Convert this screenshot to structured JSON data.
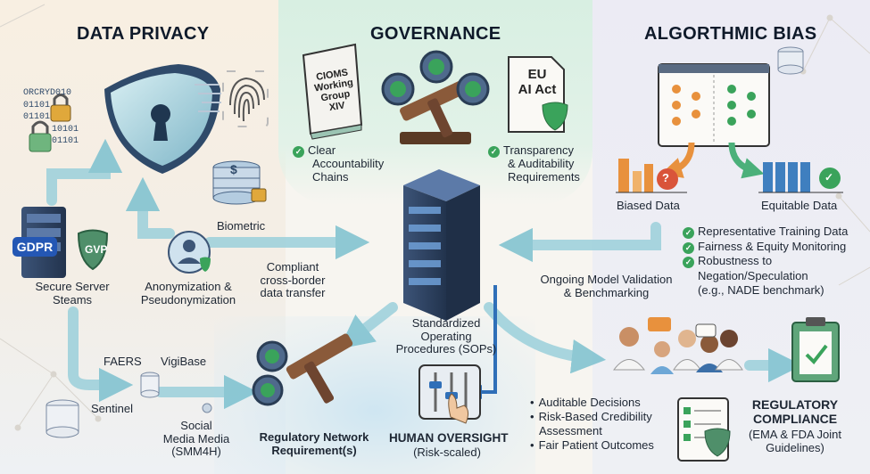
{
  "sections": {
    "privacy": "DATA PRIVACY",
    "governance": "GOVERNANCE",
    "bias": "ALGORTHMIC BIAS"
  },
  "privacy": {
    "binary_lines": [
      "ORCRYD010",
      "01101",
      "01101",
      "10101",
      "01101"
    ],
    "biometric": "Biometric",
    "gdpr": "GDPR",
    "gvp": "GVP",
    "server_label": [
      "Secure Server",
      "Steams"
    ],
    "anon_label": [
      "Anonymization &",
      "Pseudonymization"
    ],
    "transfer_label": [
      "Compliant",
      "cross-border",
      "data transfer"
    ]
  },
  "governance": {
    "book": [
      "CIOMS",
      "Working",
      "Group XIV"
    ],
    "eu_doc": [
      "EU",
      "AI Act"
    ],
    "item1": [
      "Clear",
      "Accountability",
      "Chains"
    ],
    "item2": [
      "Transparency",
      "& Auditability",
      "Requirements"
    ]
  },
  "bias": {
    "biased": "Biased Data",
    "equitable": "Equitable Data",
    "checks": [
      "Representative Training Data",
      "Fairness & Equity Monitoring",
      "Robustness to"
    ],
    "checks_cont": [
      "Negation/Speculation",
      "(e.g., NADE benchmark)"
    ],
    "validation": [
      "Ongoing Model Validation",
      "& Benchmarking"
    ]
  },
  "center": {
    "sops": [
      "Standardized",
      "Operating",
      "Procedures (SOPs)"
    ]
  },
  "sources": {
    "faers": "FAERS",
    "vigibase": "VigiBase",
    "sentinel": "Sentinel",
    "social": [
      "Social",
      "Media Media",
      "(SMM4H)"
    ]
  },
  "network": {
    "label": [
      "Regulatory Network",
      "Requirement(s)"
    ]
  },
  "oversight": {
    "title": "HUMAN OVERSIGHT",
    "sub": "(Risk-scaled)"
  },
  "outcomes": {
    "items": [
      "Auditable Decisions",
      "Risk-Based Credibility",
      "Fair Patient Outcomes"
    ],
    "item2_cont": "Assessment"
  },
  "compliance": {
    "title": [
      "REGULATORY",
      "COMPLIANCE"
    ],
    "sub": [
      "(EMA & FDA Joint",
      "Guidelines)"
    ]
  },
  "colors": {
    "accent_green": "#3aa35b",
    "gavel_brown": "#8a5a3a",
    "server_navy": "#2b3f5e",
    "arrow_teal": "#6bb8c9",
    "bar_orange": "#e8913d",
    "warn_red": "#d9543a",
    "gdpr_blue": "#2457b4"
  }
}
